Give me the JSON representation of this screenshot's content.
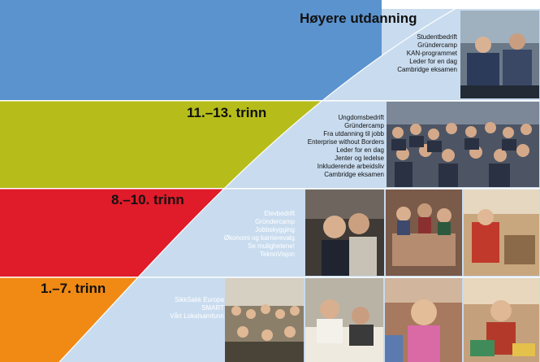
{
  "colors": {
    "band_bg": "#c9dcef",
    "band_line": "#8fb3d8",
    "blue": "#5b93cf",
    "green": "#b6bd1b",
    "red": "#e01b2a",
    "orange": "#f08a14"
  },
  "levels": [
    {
      "title": "Høyere utdanning",
      "color": "blue",
      "programs": [
        "Studentbedrift",
        "Gründercamp",
        "KAN-programmet",
        "Leder for en dag",
        "Cambridge eksamen"
      ]
    },
    {
      "title": "11.–13. trinn",
      "color": "green",
      "programs": [
        "Ungdomsbedrift",
        "Gründercamp",
        "Fra utdanning til jobb",
        "Enterprise without Borders",
        "Leder for en dag",
        "Jenter og ledelse",
        "Inkluderende arbeidsliv",
        "Cambridge eksamen"
      ]
    },
    {
      "title": "8.–10. trinn",
      "color": "red",
      "programs": [
        "Elevbedrift",
        "Gründercamp",
        "Jobbskygging",
        "Økonomi og karrierevalg",
        "Se mulighetene!",
        "TeknoVisjon"
      ]
    },
    {
      "title": "1.–7. trinn",
      "color": "orange",
      "programs": [
        "SikkSakk Europa",
        "SMART",
        "Vårt Lokalsamfunn"
      ]
    }
  ]
}
